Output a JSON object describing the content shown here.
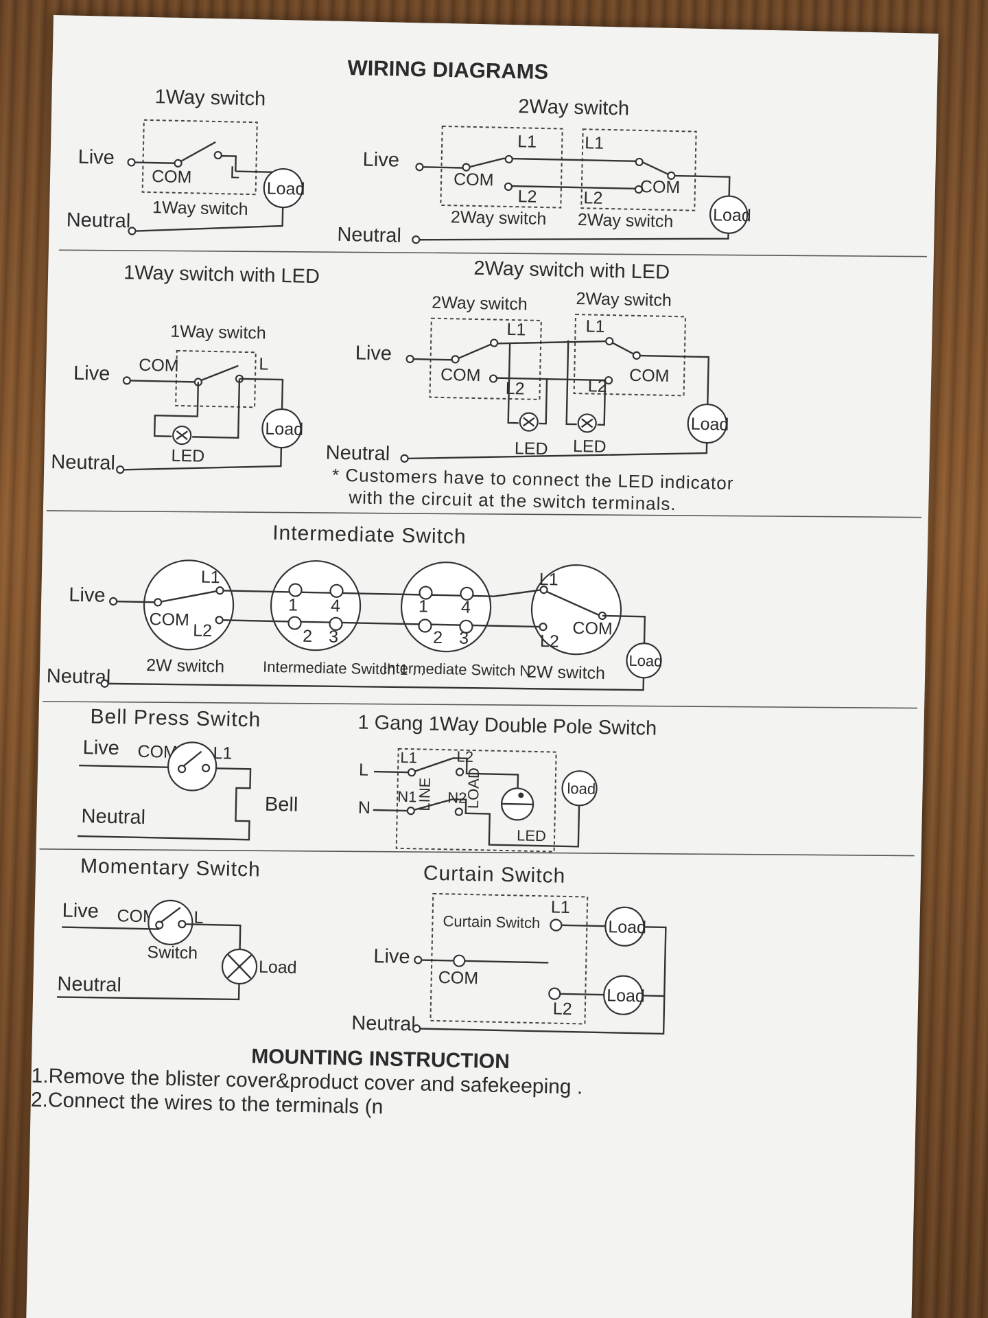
{
  "title": "WIRING DIAGRAMS",
  "common": {
    "live": "Live",
    "neutral": "Neutral",
    "com": "COM",
    "load": "Load",
    "l": "L",
    "l1": "L1",
    "l2": "L2",
    "led": "LED"
  },
  "one_way": {
    "heading": "1Way switch",
    "box_label": "1Way switch"
  },
  "two_way": {
    "heading": "2Way switch",
    "box_label_a": "2Way switch",
    "box_label_b": "2Way switch"
  },
  "one_way_led": {
    "heading": "1Way switch with LED",
    "box_label": "1Way switch"
  },
  "two_way_led": {
    "heading": "2Way switch with LED",
    "box_label_a": "2Way switch",
    "box_label_b": "2Way switch",
    "note_line1": "* Customers have to connect the LED indicator",
    "note_line2": "with the circuit at the switch terminals."
  },
  "intermediate": {
    "heading": "Intermediate Switch",
    "left_label": "2W switch",
    "right_label": "2W switch",
    "mid_label_1": "Intermediate Switch 1 . .",
    "mid_label_n": "Intermediate Switch N",
    "t1": "1",
    "t2": "2",
    "t3": "3",
    "t4": "4"
  },
  "bell": {
    "heading": "Bell Press Switch",
    "bell": "Bell"
  },
  "double_pole": {
    "heading": "1 Gang 1Way Double Pole Switch",
    "l_in": "L",
    "n_in": "N",
    "n1": "N1",
    "n2": "N2",
    "line": "LINE",
    "load_side": "LOAD",
    "load": "load"
  },
  "momentary": {
    "heading": "Momentary Switch",
    "switch": "Switch"
  },
  "curtain": {
    "heading": "Curtain Switch",
    "box_label": "Curtain Switch"
  },
  "mounting": {
    "heading": "MOUNTING INSTRUCTION",
    "step1": "1.Remove the blister cover&product cover and safekeeping .",
    "step2": "2.Connect the wires to the terminals (n"
  }
}
